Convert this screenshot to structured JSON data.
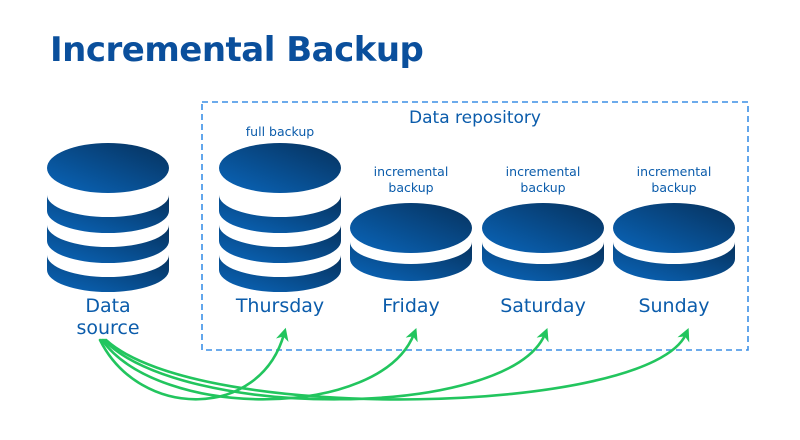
{
  "title": "Incremental Backup",
  "repository_label": "Data repository",
  "source": {
    "label_line1": "Data",
    "label_line2": "source"
  },
  "backups": [
    {
      "type_line1": "full backup",
      "type_line2": "",
      "day": "Thursday"
    },
    {
      "type_line1": "incremental",
      "type_line2": "backup",
      "day": "Friday"
    },
    {
      "type_line1": "incremental",
      "type_line2": "backup",
      "day": "Saturday"
    },
    {
      "type_line1": "incremental",
      "type_line2": "backup",
      "day": "Sunday"
    }
  ],
  "colors": {
    "db_light": "#0a64b8",
    "db_dark": "#06325f",
    "arrow": "#22c55e",
    "border": "#3b8fe6",
    "text": "#0b5cab"
  }
}
